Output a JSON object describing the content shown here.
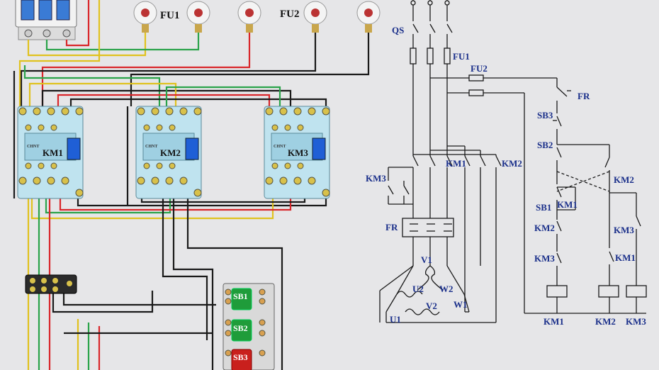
{
  "wiring": {
    "fuse_labels": [
      "FU1",
      "FU2"
    ],
    "contactor_labels": [
      "KM1",
      "KM2",
      "KM3"
    ],
    "contactor_model": "CHNT",
    "button_labels": [
      "SB1",
      "SB2",
      "SB3"
    ]
  },
  "schematic": {
    "switch_label": "QS",
    "main_fuse_label": "FU1",
    "control_fuse_label": "FU2",
    "relay_label": "FR",
    "main_contact_labels": [
      "KM3",
      "KM1",
      "KM2"
    ],
    "control_labels": {
      "fr_contact": "FR",
      "sb3": "SB3",
      "sb2": "SB2",
      "sb1": "SB1",
      "km1_aux": "KM1",
      "km2_left": "KM2",
      "km3_left": "KM3",
      "km2_right": "KM2",
      "km3_right": "KM3",
      "km1_right": "KM1"
    },
    "coil_labels": [
      "KM1",
      "KM2",
      "KM3"
    ],
    "motor_terminals": {
      "v1": "V1",
      "u2": "U2",
      "w2": "W2",
      "u1": "U1",
      "v2": "V2",
      "w1": "W1"
    },
    "colors": {
      "line": "#1a1a1a",
      "label": "#1a2f8a"
    }
  }
}
